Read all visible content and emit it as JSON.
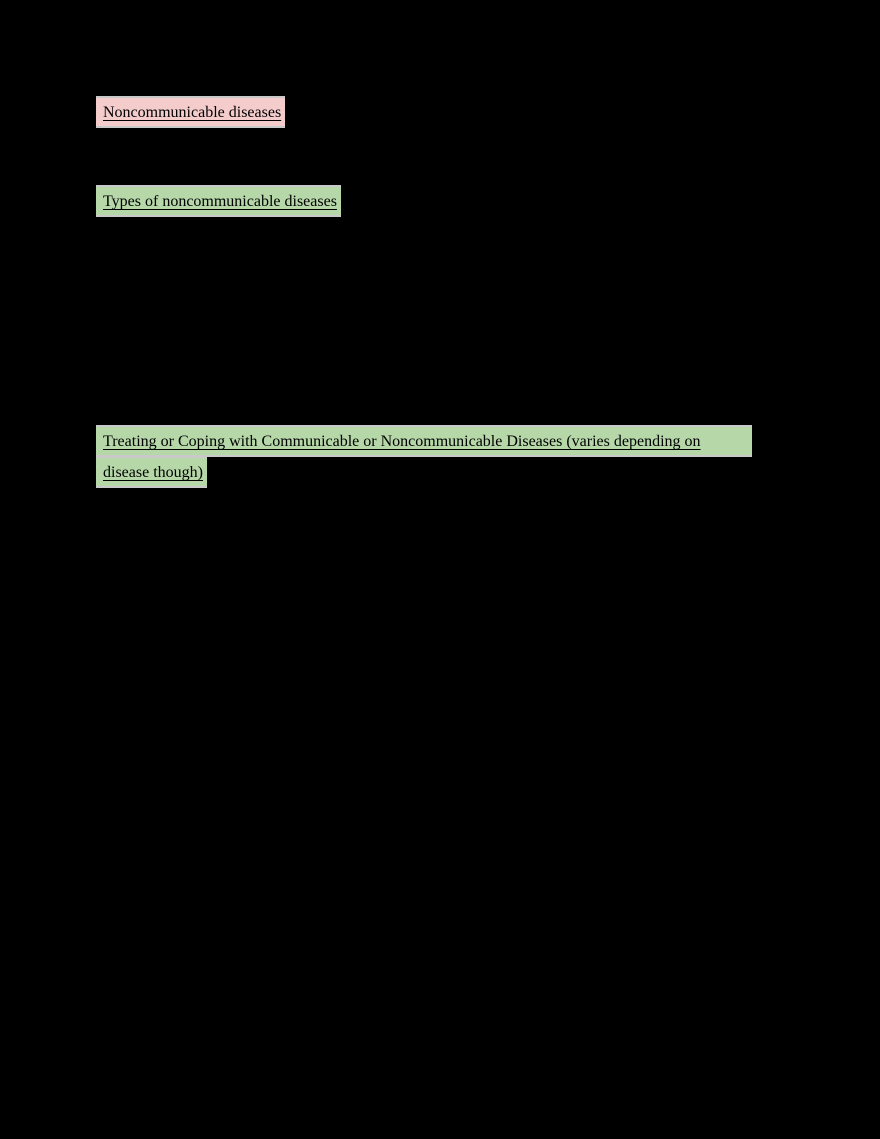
{
  "document": {
    "background_color": "#000000",
    "links": [
      {
        "label": "Noncommunicable diseases",
        "highlight_color": "#f4cccc"
      },
      {
        "label": "Types of noncommunicable diseases",
        "highlight_color": "#b6d7a8"
      },
      {
        "label_line1": "Treating or Coping with Communicable or Noncommunicable Diseases (varies depending on",
        "label_line2": "disease though)",
        "highlight_color": "#b6d7a8"
      }
    ]
  }
}
